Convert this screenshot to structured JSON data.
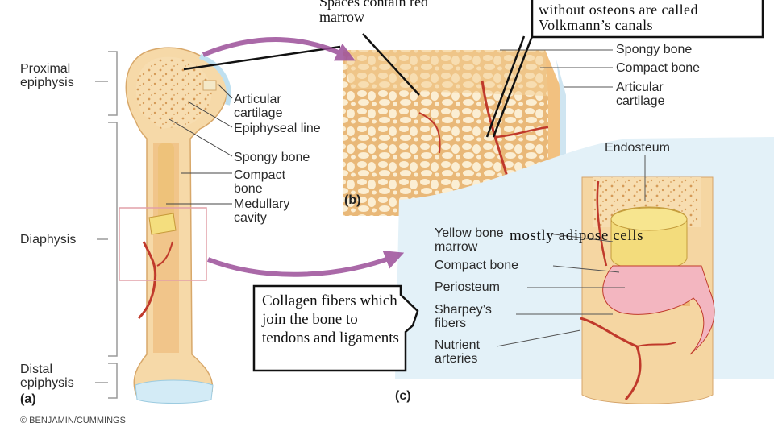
{
  "callouts": {
    "red_marrow": "Spaces contain red marrow",
    "volkmann": "without osteons are called Volkmann’s canals",
    "adipose": "mostly adipose cells",
    "collagen": "Collagen fibers which join the bone to tendons and ligaments"
  },
  "left_labels": {
    "proximal_epiphysis": "Proximal epiphysis",
    "diaphysis": "Diaphysis",
    "distal_epiphysis": "Distal epiphysis"
  },
  "bone_labels": {
    "articular_cartilage": "Articular cartilage",
    "epiphyseal_line": "Epiphyseal line",
    "spongy_bone": "Spongy bone",
    "compact_bone": "Compact bone",
    "medullary_cavity": "Medullary cavity"
  },
  "b_labels": {
    "spongy_bone": "Spongy bone",
    "compact_bone": "Compact bone",
    "articular_cartilage": "Articular cartilage"
  },
  "c_labels": {
    "endosteum": "Endosteum",
    "yellow_marrow": "Yellow bone marrow",
    "compact_bone": "Compact bone",
    "periosteum": "Periosteum",
    "sharpeys_fibers": "Sharpey’s fibers",
    "nutrient_arteries": "Nutrient arteries"
  },
  "panels": {
    "a": "(a)",
    "b": "(b)",
    "c": "(c)"
  },
  "credit": "© BENJAMIN/CUMMINGS",
  "colors": {
    "bone": "#f6d9a8",
    "bone_dark": "#e9b97a",
    "marrow": "#f3dc7c",
    "cartilage": "#cfe7f3",
    "artery": "#c0392b",
    "arrow": "#9c4f9a",
    "panel_c_bg": "#e3f1f8"
  }
}
